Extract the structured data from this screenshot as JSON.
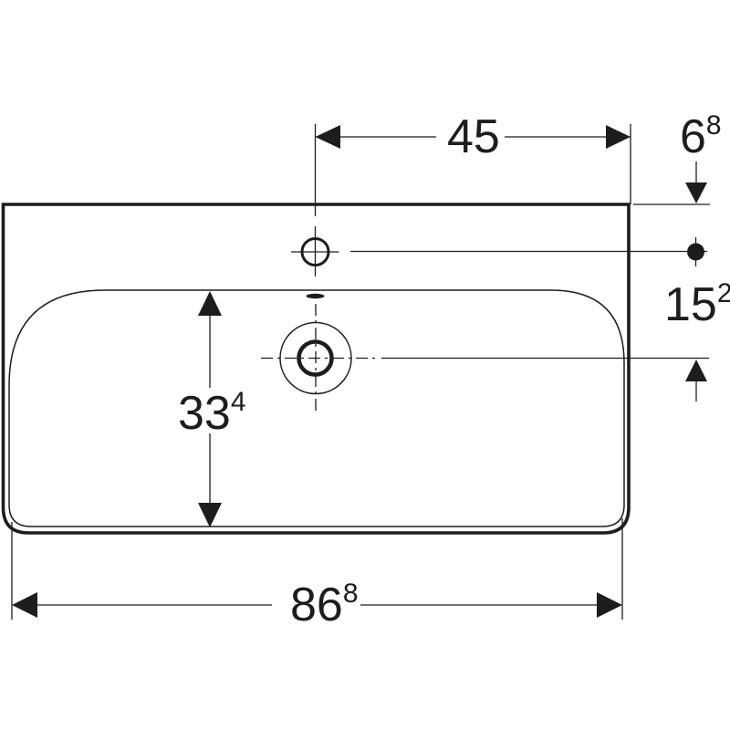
{
  "drawing": {
    "background": "#ffffff",
    "line_color": "#1d1d1b"
  },
  "dimensions": {
    "tap_to_right_edge": {
      "main": "45",
      "sup": ""
    },
    "rear_edge_to_tap_axis": {
      "main": "6",
      "sup": "8"
    },
    "tap_axis_to_drain_axis": {
      "main": "15",
      "sup": "2"
    },
    "bowl_front_to_back": {
      "main": "33",
      "sup": "4"
    },
    "overall_width": {
      "main": "86",
      "sup": "8"
    }
  }
}
